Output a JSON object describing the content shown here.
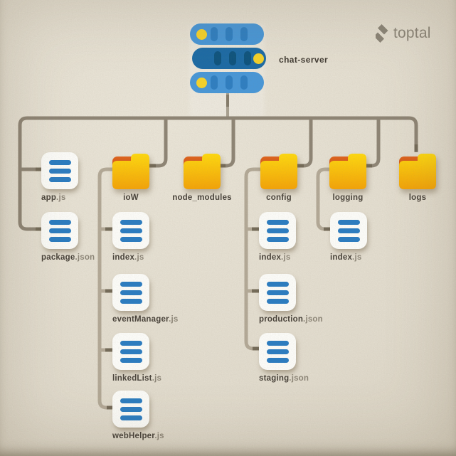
{
  "brand": {
    "wordmark": "toptal"
  },
  "server": {
    "label": "chat-server"
  },
  "folders": {
    "iow": "ioW",
    "node_modules": "node_modules",
    "config": "config",
    "logging": "logging",
    "logs": "logs"
  },
  "files": {
    "app": {
      "base": "app",
      "ext": ".js"
    },
    "package": {
      "base": "package",
      "ext": ".json"
    },
    "iow_index": {
      "base": "index",
      "ext": ".js"
    },
    "event_manager": {
      "base": "eventManager",
      "ext": ".js"
    },
    "linked_list": {
      "base": "linkedList",
      "ext": ".js"
    },
    "web_helper": {
      "base": "webHelper",
      "ext": ".js"
    },
    "config_index": {
      "base": "index",
      "ext": ".js"
    },
    "production": {
      "base": "production",
      "ext": ".json"
    },
    "staging": {
      "base": "staging",
      "ext": ".json"
    },
    "logging_index": {
      "base": "index",
      "ext": ".js"
    }
  },
  "colors": {
    "background": "#e2dcce",
    "connector": "#8e8575",
    "connector_light": "#b3a997",
    "connector_nub": "#746b59",
    "file_bar_blue": "#2a7cc2",
    "folder_yellow": "#ffd90f",
    "folder_orange": "#d4571c",
    "server_blue": "#4897d8",
    "server_dark_blue": "#1c6ba6",
    "accent_yellow": "#f6d32b",
    "text_dark": "#48423a",
    "text_muted": "#8d8678",
    "brand_gray": "#8b8578"
  }
}
